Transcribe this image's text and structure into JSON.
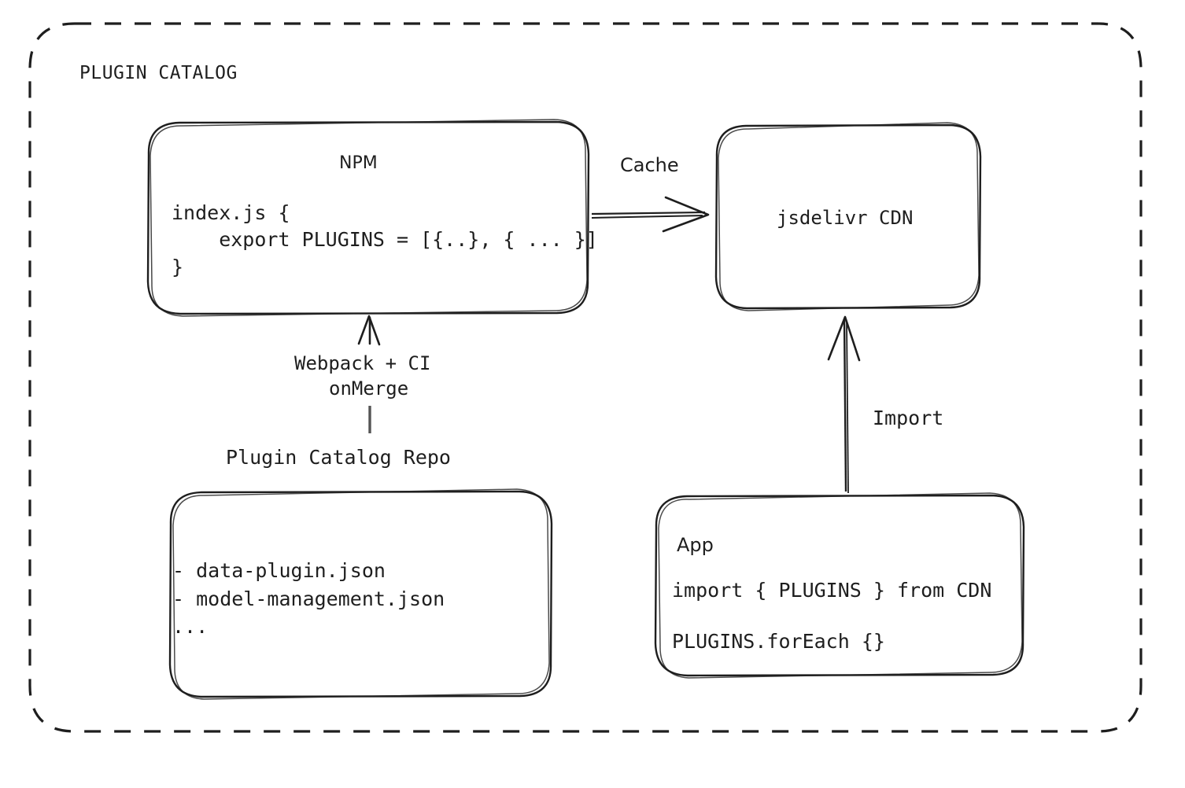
{
  "diagram": {
    "title": "PLUGIN CATALOG",
    "background_color": "#ffffff",
    "stroke_color": "#1e1e1e",
    "style": "hand-drawn",
    "nodes": {
      "npm": {
        "title": "NPM",
        "code_lines": "index.js {\n    export PLUGINS = [{..}, { ... }]\n}"
      },
      "cdn": {
        "title": "jsdelivr CDN"
      },
      "repo": {
        "caption": "Plugin Catalog Repo",
        "lines": "- data-plugin.json\n- model-management.json\n..."
      },
      "app": {
        "title": "App",
        "line1": "import { PLUGINS } from CDN",
        "line2": "PLUGINS.forEach {}"
      }
    },
    "edges": {
      "cache": {
        "label": "Cache",
        "from": "npm",
        "to": "cdn",
        "direction": "right"
      },
      "build": {
        "label_line1": "Webpack + CI",
        "label_line2": "onMerge",
        "from": "repo",
        "to": "npm",
        "direction": "up"
      },
      "import": {
        "label": "Import",
        "from": "app",
        "to": "cdn",
        "direction": "up"
      }
    }
  }
}
